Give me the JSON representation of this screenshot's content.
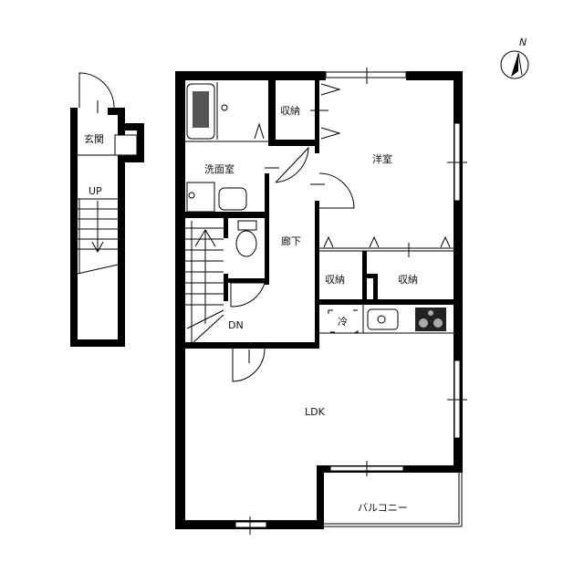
{
  "plan": {
    "rooms": {
      "entrance": "玄関",
      "up": "UP",
      "washroom": "洗面室",
      "storage_top": "収納",
      "western_room": "洋室",
      "hallway": "廊下",
      "storage_left": "収納",
      "storage_right": "収納",
      "fridge": "冷",
      "down": "DN",
      "ldk": "LDK",
      "balcony": "バルコニー"
    },
    "compass": "N"
  }
}
